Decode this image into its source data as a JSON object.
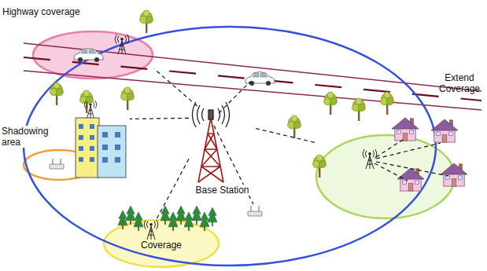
{
  "diagram": {
    "nodes": [
      {
        "text": [
          "Highway coverage"
        ]
      },
      {
        "text": [
          "Shadowing area"
        ]
      },
      {
        "text": [
          "Base Station"
        ]
      },
      {
        "text": [
          "Extend Coverage"
        ]
      },
      {
        "text": [
          "Coverage"
        ]
      }
    ],
    "edges": [
      {
        "from": 2,
        "to": 0,
        "arrow": "none"
      },
      {
        "from": 2,
        "to": 1,
        "arrow": "none"
      },
      {
        "from": 2,
        "to": 3,
        "arrow": "none"
      },
      {
        "from": 2,
        "to": 4,
        "arrow": "none"
      }
    ]
  }
}
